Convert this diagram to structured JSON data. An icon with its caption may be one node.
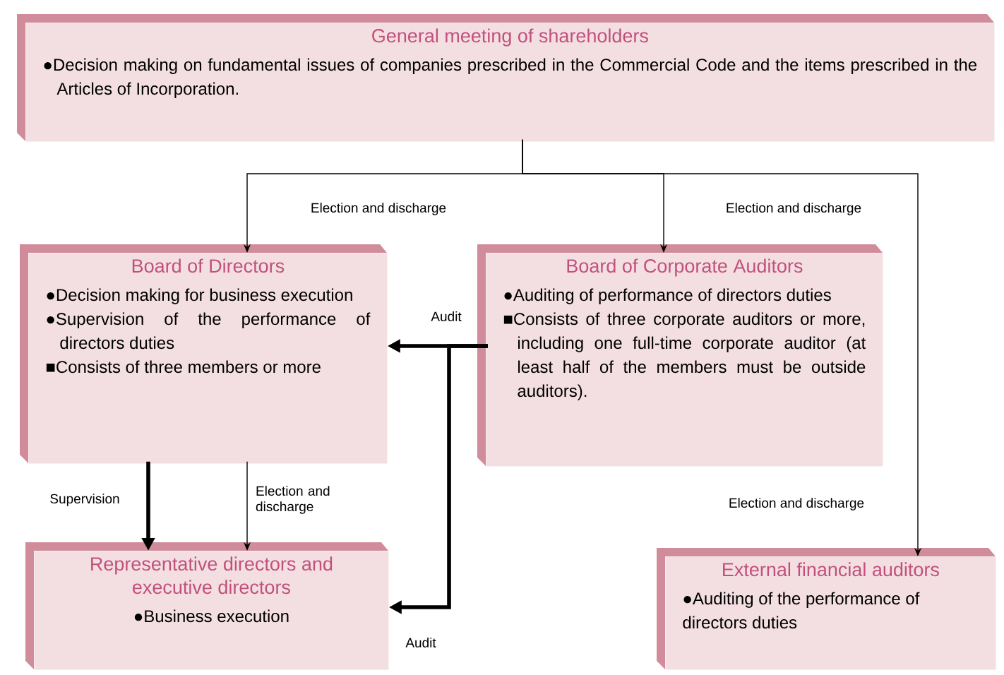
{
  "diagram": {
    "nodes": [
      {
        "text": [
          "General meeting of shareholders",
          "●Decision making on fundamental issues of companies prescribed in the Commercial Code and the items prescribed in the Articles of Incorporation."
        ]
      },
      {
        "text": [
          "Board of Directors",
          "●Decision making for business execution",
          "●Supervision of the performance of directors duties",
          "■Consists of three members or more"
        ]
      },
      {
        "text": [
          "Board of Corporate Auditors",
          "●Auditing of performance of directors duties",
          "■Consists of three corporate auditors or more, including one full-time corporate auditor (at least half of the members must be outside auditors)."
        ]
      },
      {
        "text": [
          "Representative directors and executive directors",
          "●Business execution"
        ]
      },
      {
        "text": [
          "External financial auditors",
          "●Auditing of the performance of directors duties"
        ]
      }
    ],
    "edges": [
      {
        "from": 0,
        "to": 1,
        "arrow": "to",
        "label": "Election and discharge"
      },
      {
        "from": 0,
        "to": 2,
        "arrow": "to",
        "label": "Election and discharge"
      },
      {
        "from": 0,
        "to": 4,
        "arrow": "to",
        "label": "Election and discharge"
      },
      {
        "from": 1,
        "to": 3,
        "arrow": "to",
        "label": "Supervision",
        "style": "thick"
      },
      {
        "from": 1,
        "to": 3,
        "arrow": "to",
        "label": "Election and discharge"
      },
      {
        "from": 2,
        "to": 1,
        "arrow": "to",
        "label": "Audit",
        "style": "thick"
      },
      {
        "from": 2,
        "to": 3,
        "arrow": "to",
        "label": "Audit",
        "style": "thick"
      }
    ]
  }
}
